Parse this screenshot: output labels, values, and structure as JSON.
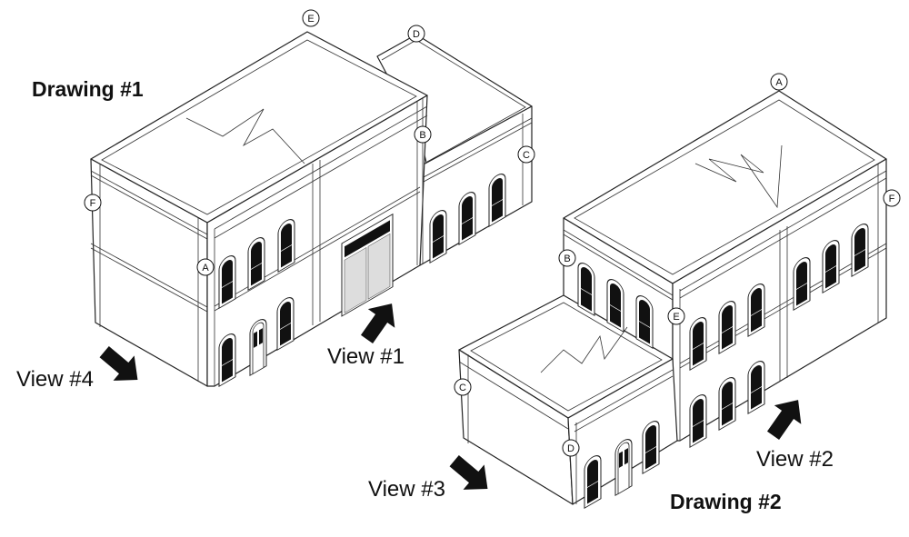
{
  "drawing1": {
    "title": "Drawing #1",
    "labels": {
      "A": "A",
      "B": "B",
      "C": "C",
      "D": "D",
      "E": "E",
      "F": "F"
    },
    "views": {
      "view1": "View #1",
      "view4": "View #4"
    }
  },
  "drawing2": {
    "title": "Drawing #2",
    "labels": {
      "A": "A",
      "B": "B",
      "C": "C",
      "D": "D",
      "E": "E",
      "F": "F"
    },
    "views": {
      "view2": "View #2",
      "view3": "View #3"
    }
  },
  "colors": {
    "ink": "#111111",
    "paper": "#ffffff"
  }
}
